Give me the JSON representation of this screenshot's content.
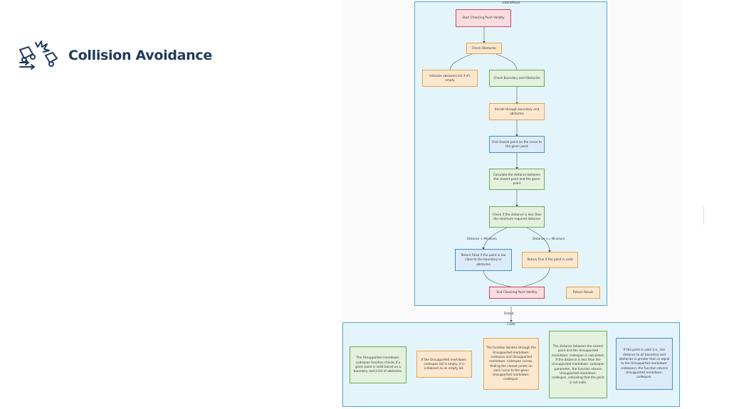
{
  "logo": {
    "text": "Collision Avoidance",
    "icon": "car-collision-icon"
  },
  "flow": {
    "title": "isValidPoint",
    "nodes": {
      "start": "Start Checking Point Validity",
      "check_obstacles": "Check Obstacles",
      "init_obstacles": "Initialize obstacles list if it's empty",
      "check_boundary": "Check Boundary and Obstacles",
      "iterate": "Iterate through boundary and obstacles",
      "closest": "Find closest point on the curve to the given point",
      "distance": "Calculate the distance between the closest point and the given point",
      "check_less": "Check if the distance is less than the minimum required distance",
      "return_false": "Return False if the point is too close to the boundary or obstacles",
      "return_true": "Return True if the point is valid",
      "end": "End Checking Point Validity",
      "return_result": "Return Result"
    },
    "edges": {
      "less": "Distance < Minimum",
      "geq": "Distance >= Minimum"
    }
  },
  "link_label": "Details",
  "code": {
    "title": "Code",
    "notes": [
      "The Unsupported markdown: codespan function checks if a given point is valid based on a boundary and a list of obstacles.",
      "If the Unsupported markdown: codespan list is empty, it is initialized as an empty list.",
      "The function iterates through the Unsupported markdown: codespan and Unsupported markdown: codespan curves, finding the closest points on each curve to the given Unsupported markdown: codespan.",
      "The distance between the closest point and the Unsupported markdown: codespan is calculated. If the distance is less than the Unsupported markdown: codespan parameter, the function returns Unsupported markdown: codespan, indicating that the point is not valid.",
      "If the point is valid (i.e., the distance to all boundary and obstacles is greater than or equal to the Unsupported markdown: codespan), the function returns Unsupported markdown: codespan."
    ]
  },
  "colors": {
    "red": "#d0445a",
    "orange": "#e8a24a",
    "green": "#6aab55",
    "blue": "#4a8bc9",
    "panel": "#e3f5fb"
  }
}
